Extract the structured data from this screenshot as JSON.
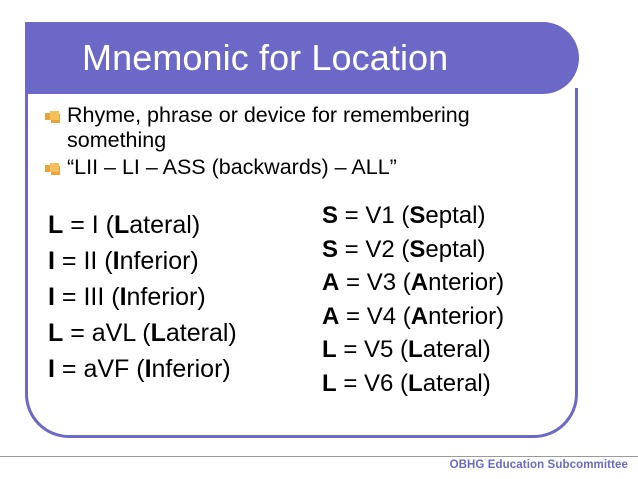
{
  "slide": {
    "title": "Mnemonic for Location",
    "accent_color": "#6B68C8",
    "title_text_color": "#FFFFFF",
    "body_text_color": "#000000",
    "bullet_icon_color": "#E8A33D",
    "background_color": "#FFFFFF"
  },
  "bullets": [
    {
      "icon": "picture-bullet-icon",
      "text": "Rhyme, phrase or device for remembering something"
    },
    {
      "icon": "picture-bullet-icon",
      "text": "“LII – LI – ASS (backwards) – ALL”"
    }
  ],
  "columns": {
    "left": [
      {
        "letter": "L",
        "lead": "L",
        "mid": " = I (",
        "bold": "L",
        "rest": "ateral)"
      },
      {
        "letter": "I",
        "lead": "I",
        "mid": " = II (",
        "bold": "I",
        "rest": "nferior)"
      },
      {
        "letter": "I",
        "lead": "I",
        "mid": " = III (",
        "bold": "I",
        "rest": "nferior)"
      },
      {
        "letter": "L",
        "lead": "L",
        "mid": " = aVL (",
        "bold": "L",
        "rest": "ateral)"
      },
      {
        "letter": "I",
        "lead": "I",
        "mid": " = aVF (",
        "bold": "I",
        "rest": "nferior)"
      }
    ],
    "right": [
      {
        "letter": "S",
        "lead": "S",
        "mid": " = V1 (",
        "bold": "S",
        "rest": "eptal)"
      },
      {
        "letter": "S",
        "lead": "S",
        "mid": " = V2 (",
        "bold": "S",
        "rest": "eptal)"
      },
      {
        "letter": "A",
        "lead": "A",
        "mid": " = V3 (",
        "bold": "A",
        "rest": "nterior)"
      },
      {
        "letter": "A",
        "lead": "A",
        "mid": " = V4 (",
        "bold": "A",
        "rest": "nterior)"
      },
      {
        "letter": "L",
        "lead": "L",
        "mid": " = V5 (",
        "bold": "L",
        "rest": "ateral)"
      },
      {
        "letter": "L",
        "lead": "L",
        "mid": " = V6 (",
        "bold": "L",
        "rest": "ateral)"
      }
    ]
  },
  "footer": {
    "text": "OBHG Education Subcommittee",
    "color": "#6B68C8"
  }
}
